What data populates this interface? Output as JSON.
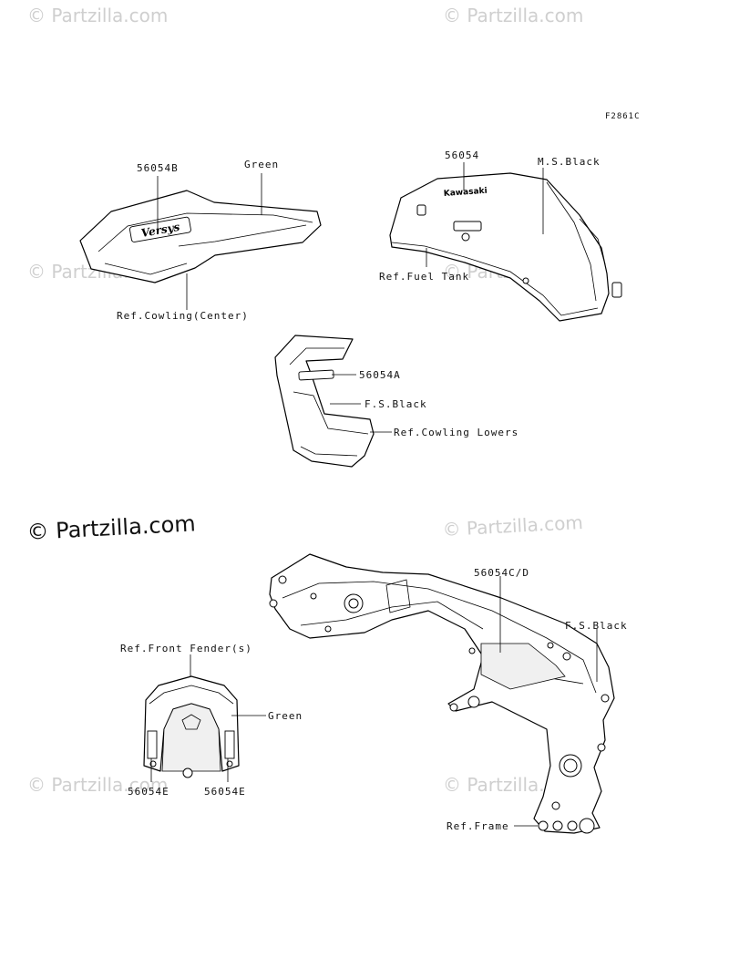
{
  "diagram_code": "F2861C",
  "watermark": "© Partzilla.com",
  "labels": {
    "c1_part": "56054B",
    "c1_color": "Green",
    "c1_ref": "Ref.Cowling(Center)",
    "tank_part": "56054",
    "tank_color": "M.S.Black",
    "tank_ref": "Ref.Fuel Tank",
    "lower_part": "56054A",
    "lower_color": "F.S.Black",
    "lower_ref": "Ref.Cowling Lowers",
    "fender_ref": "Ref.Front Fender(s)",
    "fender_color": "Green",
    "fender_part_left": "56054E",
    "fender_part_right": "56054E",
    "frame_part": "56054C/D",
    "frame_color": "F.S.Black",
    "frame_ref": "Ref.Frame"
  },
  "decal_text": {
    "versys": "Versys",
    "kawasaki": "Kawasaki"
  },
  "colors": {
    "line": "#000000",
    "watermark": "#cfcfcf"
  }
}
